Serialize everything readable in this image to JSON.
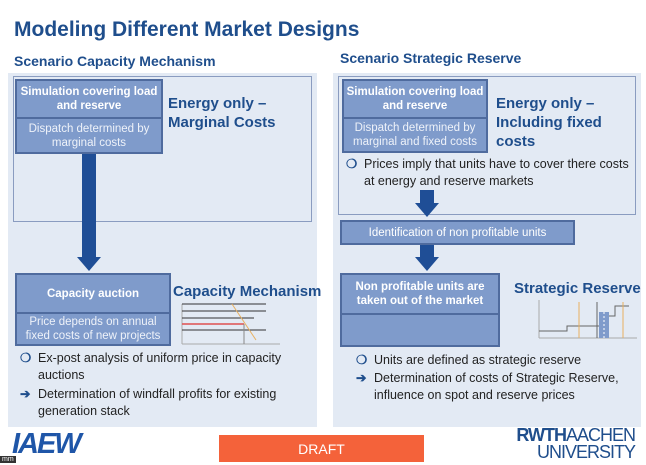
{
  "title": "Modeling Different Market Designs",
  "left": {
    "heading": "Scenario Capacity Mechanism",
    "box1_top": "Simulation covering load and reserve",
    "box1_bottom": "Dispatch determined by marginal costs",
    "label1": "Energy only – Marginal Costs",
    "box2_top": "Capacity auction",
    "box2_bottom": "Price depends on annual fixed costs of new projects",
    "label2": "Capacity Mechanism",
    "bullets": [
      {
        "marker": "❍",
        "text": "Ex-post analysis of uniform price in capacity auctions"
      },
      {
        "marker": "➔",
        "text": "Determination of windfall profits for existing generation stack"
      }
    ]
  },
  "right": {
    "heading": "Scenario Strategic Reserve",
    "box1_top": "Simulation covering load and reserve",
    "box1_bottom": "Dispatch determined by marginal and fixed costs",
    "label1": "Energy only – Including fixed costs",
    "bullet_top": {
      "marker": "❍",
      "text": "Prices imply that units have to cover there costs at energy and reserve markets"
    },
    "identification": "Identification of non profitable units",
    "box2_top": "Non profitable units are taken out of the market",
    "label2": "Strategic Reserve",
    "bullets": [
      {
        "marker": "❍",
        "text": "Units are defined as strategic reserve"
      },
      {
        "marker": "➔",
        "text": "Determination of costs of Strategic Reserve, influence on spot and reserve prices"
      }
    ]
  },
  "footer": {
    "draft": "DRAFT",
    "logo_left": "IAEW",
    "logo_right_1": "RWTH",
    "logo_right_2": "AACHEN",
    "logo_right_3": "UNIVERSITY",
    "unit": "mm"
  },
  "colors": {
    "accent": "#1f4e8c",
    "box": "#7f9bcb",
    "draft": "#f4623a"
  }
}
